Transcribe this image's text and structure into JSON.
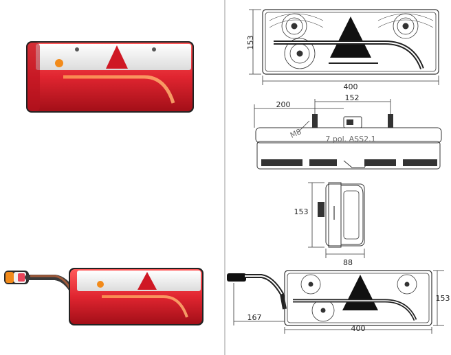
{
  "dimensions": {
    "front_top": {
      "height": "153",
      "width": "400"
    },
    "side_top": {
      "overall": "200",
      "bolt_spacing": "152",
      "thread": "M8",
      "connector": "7 pol. ASS2.1"
    },
    "end_view": {
      "height": "153",
      "depth": "88"
    },
    "front_bottom": {
      "height": "153",
      "width": "400",
      "bracket": "167"
    }
  },
  "colors": {
    "lens_red": "#d8202a",
    "lens_dark_red": "#a0101a",
    "lens_white": "#f2f2f2",
    "triangle_red": "#c4121c",
    "amber": "#f28a1a",
    "line": "#333333"
  }
}
